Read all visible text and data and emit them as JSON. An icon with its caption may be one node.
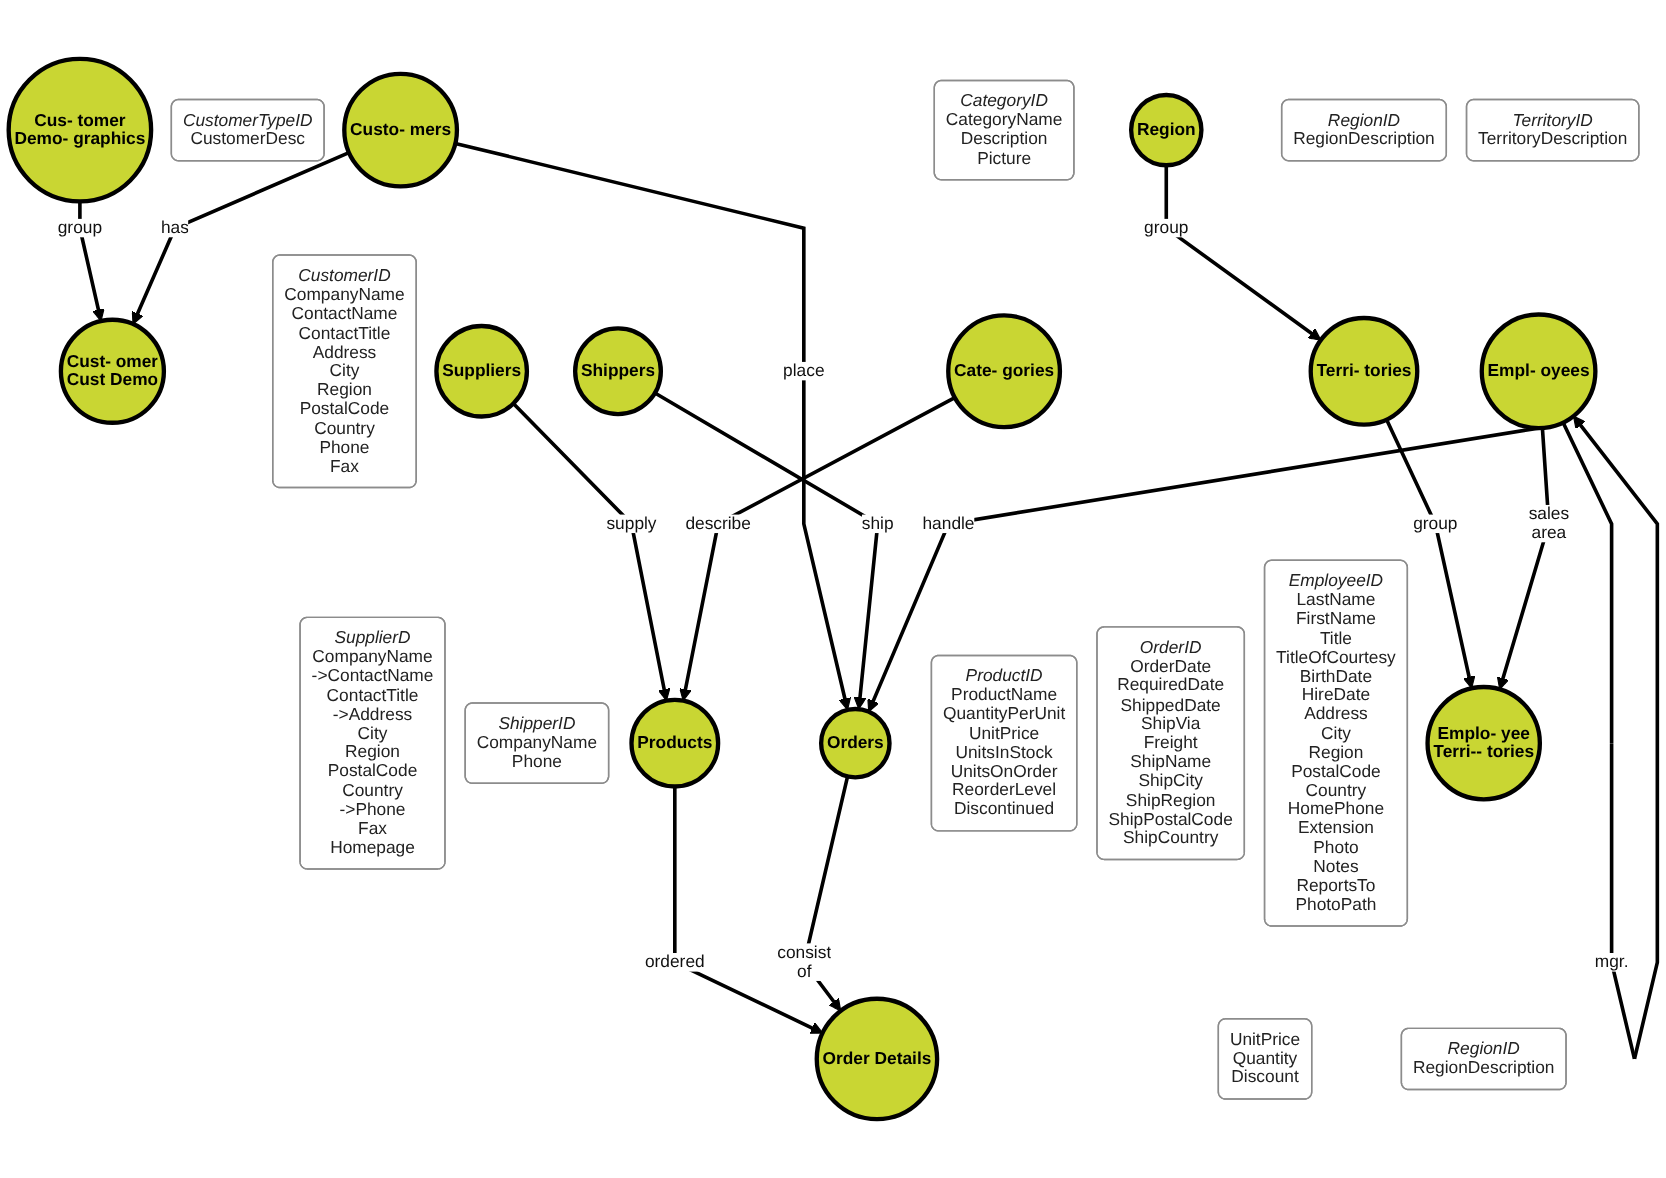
{
  "diagram": {
    "nodes": [
      {
        "text": [
          "Cus- tomer Demo- graphics"
        ]
      },
      {
        "text": [
          "CustomerTypeID",
          "CustomerDesc"
        ]
      },
      {
        "text": [
          "Cust- omer Cust Demo"
        ]
      },
      {
        "text": [
          "Custo- mers"
        ]
      },
      {
        "text": [
          "CustomerID",
          "CompanyName",
          "ContactName",
          "ContactTitle",
          "Address",
          "City",
          "Region",
          "PostalCode",
          "Country",
          "Phone",
          "Fax"
        ]
      },
      {
        "text": [
          "Region"
        ]
      },
      {
        "text": [
          "RegionID",
          "RegionDescription"
        ]
      },
      {
        "text": [
          "Suppliers"
        ]
      },
      {
        "text": [
          "CategoryID",
          "CategoryName",
          "Description",
          "Picture"
        ]
      },
      {
        "text": [
          "Cate- gories"
        ]
      },
      {
        "text": [
          "Terri- tories"
        ]
      },
      {
        "text": [
          "TerritoryID",
          "TerritoryDescription"
        ]
      },
      {
        "text": [
          "SupplierD",
          "CompanyName",
          "->ContactName",
          "ContactTitle",
          "->Address",
          "City",
          "Region",
          "PostalCode",
          "Country",
          "->Phone",
          "Fax",
          "Homepage"
        ]
      },
      {
        "text": [
          "ShipperID",
          "CompanyName",
          "Phone"
        ]
      },
      {
        "text": [
          "Shippers"
        ]
      },
      {
        "text": [
          "Emplo- yee Terri-- tories"
        ]
      },
      {
        "text": [
          "Products"
        ]
      },
      {
        "text": [
          "RegionID",
          "RegionDescription"
        ]
      },
      {
        "text": [
          "Empl- oyees"
        ]
      },
      {
        "text": [
          "ProductID",
          "ProductName",
          "QuantityPerUnit",
          "UnitPrice",
          "UnitsInStock",
          "UnitsOnOrder",
          "ReorderLevel",
          "Discontinued"
        ]
      },
      {
        "text": [
          "Orders"
        ]
      },
      {
        "text": [
          "EmployeeID",
          "LastName",
          "FirstName",
          "Title",
          "TitleOfCourtesy",
          "BirthDate",
          "HireDate",
          "Address",
          "City",
          "Region",
          "PostalCode",
          "Country",
          "HomePhone",
          "Extension",
          "Photo",
          "Notes",
          "ReportsTo",
          "PhotoPath"
        ]
      },
      {
        "text": [
          "OrderID",
          "OrderDate",
          "RequiredDate",
          "ShippedDate",
          "ShipVia",
          "Freight",
          "ShipName",
          "ShipCity",
          "ShipRegion",
          "ShipPostalCode",
          "ShipCountry"
        ]
      },
      {
        "text": [
          "Order Details"
        ]
      },
      {
        "text": [
          "UnitPrice",
          "Quantity",
          "Discount"
        ]
      }
    ],
    "edges": [
      {
        "from": 0,
        "to": 2,
        "arrow": "to",
        "label": "group"
      },
      {
        "from": 3,
        "to": 2,
        "arrow": "to",
        "label": "has"
      },
      {
        "from": 5,
        "to": 10,
        "arrow": "to",
        "label": "group"
      },
      {
        "from": 10,
        "to": 15,
        "arrow": "to",
        "label": "group"
      },
      {
        "from": 7,
        "to": 16,
        "arrow": "to",
        "label": "supply"
      },
      {
        "from": 9,
        "to": 16,
        "arrow": "to",
        "label": "describe"
      },
      {
        "from": 3,
        "to": 20,
        "arrow": "to",
        "label": "place"
      },
      {
        "from": 14,
        "to": 20,
        "arrow": "to",
        "label": "ship"
      },
      {
        "from": 18,
        "to": 18,
        "arrow": "to",
        "label": "mgr."
      },
      {
        "from": 18,
        "to": 15,
        "arrow": "to",
        "label": "sales area"
      },
      {
        "from": 18,
        "to": 20,
        "arrow": "to",
        "label": "handle"
      },
      {
        "from": 16,
        "to": 23,
        "arrow": "to",
        "label": "ordered"
      },
      {
        "from": 20,
        "to": 23,
        "arrow": "to",
        "label": "consist of"
      }
    ]
  }
}
